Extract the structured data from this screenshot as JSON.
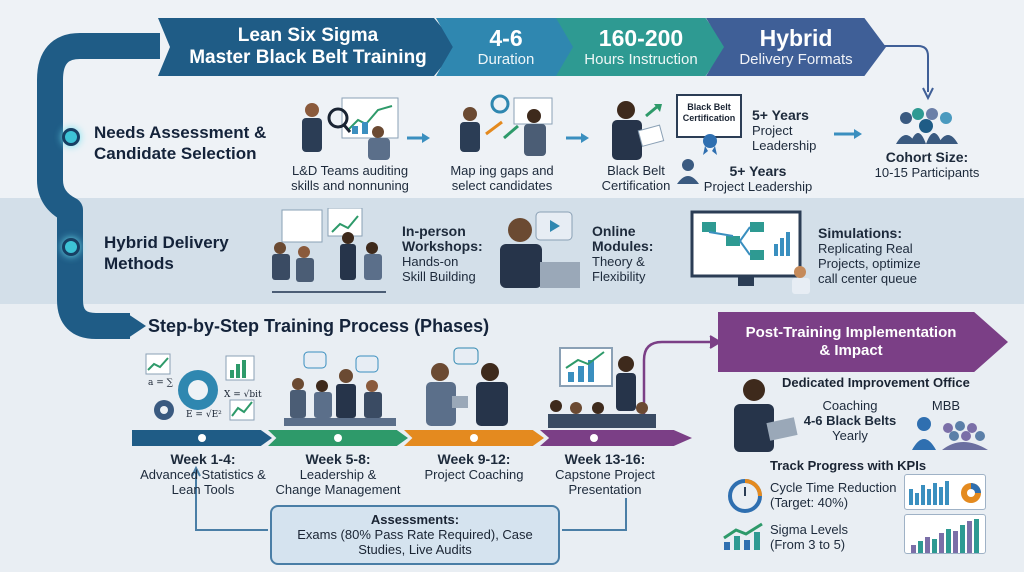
{
  "header": {
    "main_line1": "Lean Six Sigma",
    "main_line2": "Master Black Belt Training",
    "duration_value": "4-6",
    "duration_label": "Duration",
    "hours_value": "160-200",
    "hours_label": "Hours Instruction",
    "delivery_value": "Hybrid",
    "delivery_label": "Delivery Formats"
  },
  "needs": {
    "title_line1": "Needs Assessment &",
    "title_line2": "Candidate Selection",
    "step1_line1": "L&D Teams auditing",
    "step1_line2": "skills and nonnuning",
    "step2_line1": "Map ing gaps and",
    "step2_line2": "select candidates",
    "step3_line1": "Black Belt",
    "step3_line2": "Certification",
    "cert_label_line1": "Black Belt",
    "cert_label_line2": "Certification",
    "req1_value": "5+ Years",
    "req1_line1": "Project",
    "req1_line2": "Leadership",
    "req2_value": "5+ Years",
    "req2_label": "Project Leadership",
    "cohort_title": "Cohort Size:",
    "cohort_value": "10-15 Participants"
  },
  "hybrid": {
    "title_line1": "Hybrid Delivery",
    "title_line2": "Methods",
    "inperson_title_line1": "In-person",
    "inperson_title_line2": "Workshops:",
    "inperson_desc_line1": "Hands-on",
    "inperson_desc_line2": "Skill Building",
    "online_title_line1": "Online",
    "online_title_line2": "Modules:",
    "online_desc_line1": "Theory &",
    "online_desc_line2": "Flexibility",
    "sim_title": "Simulations:",
    "sim_desc_line1": "Replicating Real",
    "sim_desc_line2": "Projects, optimize",
    "sim_desc_line3": "call center queue"
  },
  "process": {
    "title": "Step-by-Step Training Process (Phases)",
    "phases": [
      {
        "week": "Week 1-4:",
        "line1": "Advanced Statistics &",
        "line2": "Lean Tools",
        "color": "#1f5c86"
      },
      {
        "week": "Week 5-8:",
        "line1": "Leadership &",
        "line2": "Change Management",
        "color": "#2e9a6a"
      },
      {
        "week": "Week 9-12:",
        "line1": "Project Coaching",
        "line2": "",
        "color": "#e48a1f"
      },
      {
        "week": "Week 13-16:",
        "line1": "Capstone Project",
        "line2": "Presentation",
        "color": "#7b3f86"
      }
    ],
    "formulas": {
      "f1": "a = ∑",
      "f2": "X = √bit",
      "f3": "E = √E²"
    },
    "assessments_title": "Assessments:",
    "assessments_line1": "Exams (80% Pass Rate Required), Case",
    "assessments_line2": "Studies, Live Audits"
  },
  "impact": {
    "title_line1": "Post-Training Implementation",
    "title_line2": "& Impact",
    "office_title": "Dedicated Improvement Office",
    "coaching_line1": "Coaching",
    "coaching_line2": "4-6 Black Belts",
    "coaching_line3": "Yearly",
    "mbb_label": "MBB",
    "kpi_title": "Track Progress with KPIs",
    "kpi1_line1": "Cycle Time Reduction",
    "kpi1_line2": "(Target: 40%)",
    "kpi2_line1": "Sigma Levels",
    "kpi2_line2": "(From 3 to 5)"
  }
}
